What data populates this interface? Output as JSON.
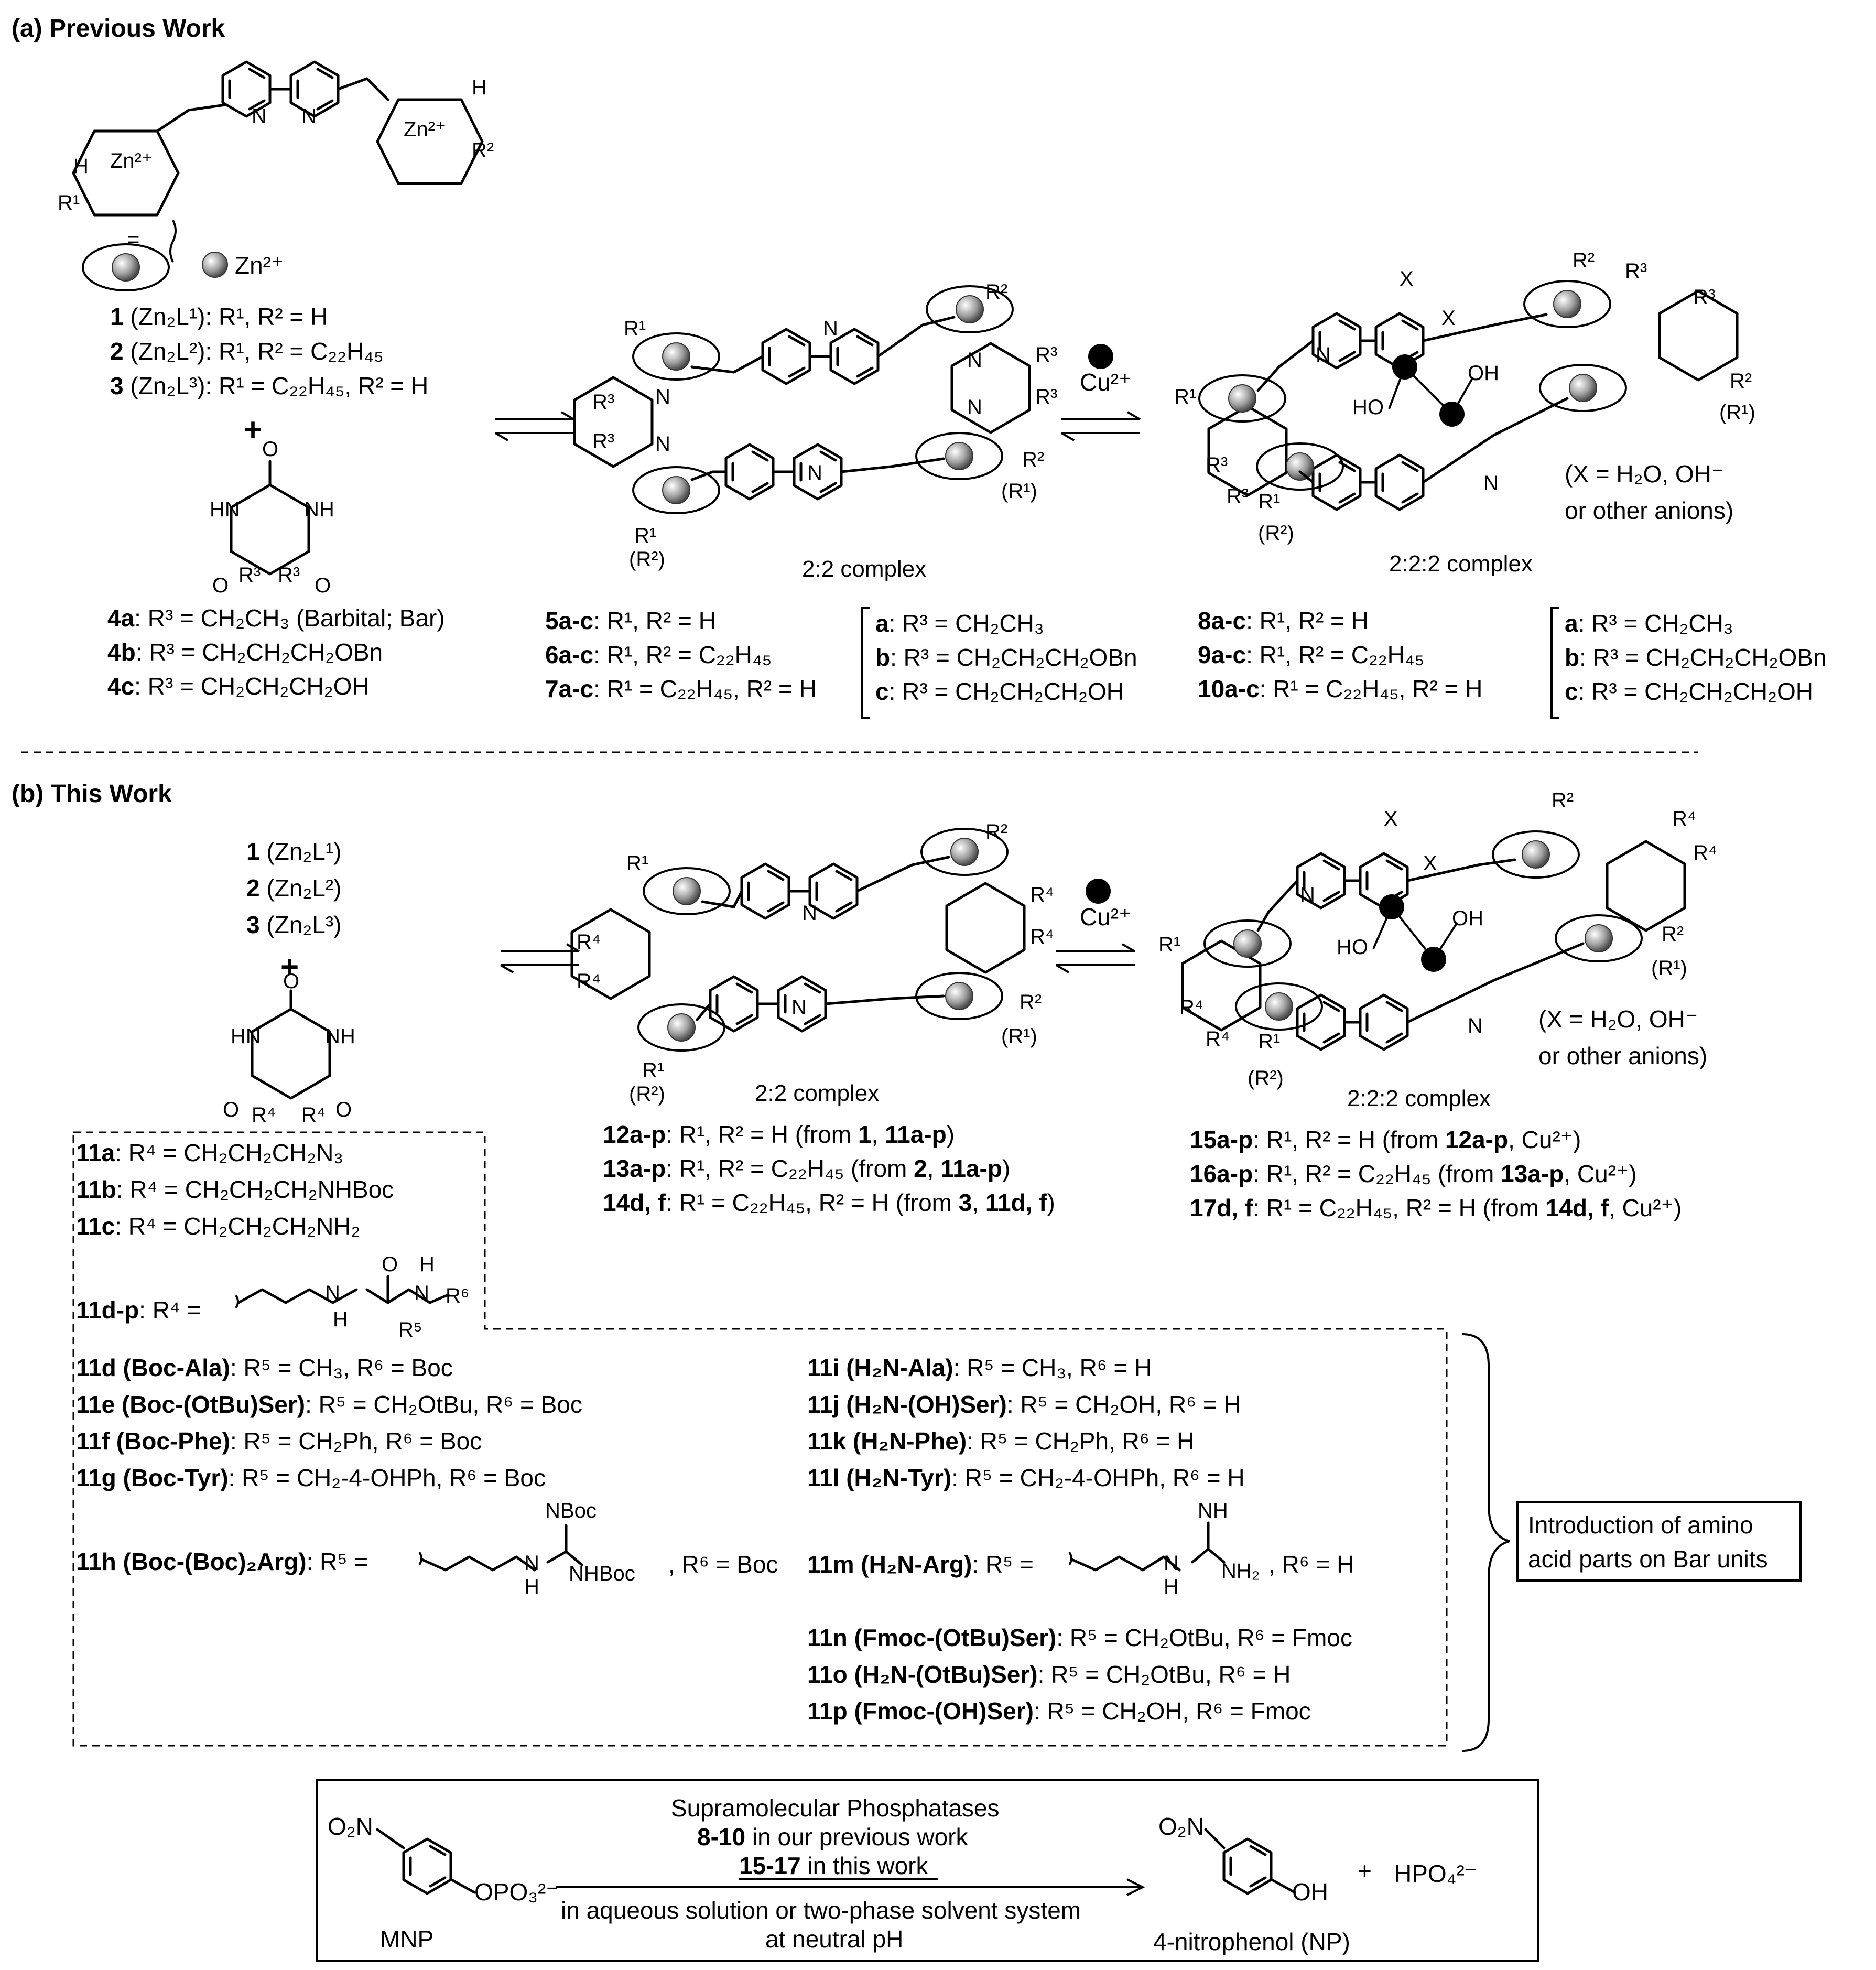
{
  "sections": {
    "a_title": "(a)  Previous Work",
    "b_title": "(b)  This Work"
  },
  "legend": {
    "zn_ion": "Zn²⁺",
    "cu_ion": "Cu²⁺",
    "equals": "="
  },
  "previous_work": {
    "zn_complexes": [
      {
        "id": "1",
        "rest": " (Zn₂L¹): R¹, R² = H"
      },
      {
        "id": "2",
        "rest": " (Zn₂L²): R¹, R² = C₂₂H₄₅"
      },
      {
        "id": "3",
        "rest": " (Zn₂L³): R¹ = C₂₂H₄₅, R² = H"
      }
    ],
    "plus": "+",
    "barbitals": [
      {
        "id": "4a",
        "rest": ": R³ = CH₂CH₃ (Barbital; Bar)"
      },
      {
        "id": "4b",
        "rest": ": R³ = CH₂CH₂CH₂OBn"
      },
      {
        "id": "4c",
        "rest": ": R³ = CH₂CH₂CH₂OH"
      }
    ],
    "complex_22": "2:2 complex",
    "complex_222": "2:2:2 complex",
    "x_note_1": "(X = H₂O, OH⁻",
    "x_note_2": "or other anions)",
    "series_22": [
      {
        "id": "5a-c",
        "rest": ": R¹, R² = H"
      },
      {
        "id": "6a-c",
        "rest": ": R¹, R² = C₂₂H₄₅"
      },
      {
        "id": "7a-c",
        "rest": ": R¹ = C₂₂H₄₅, R² = H"
      }
    ],
    "series_222": [
      {
        "id": "8a-c",
        "rest": ": R¹, R² = H"
      },
      {
        "id": "9a-c",
        "rest": ": R¹, R² = C₂₂H₄₅"
      },
      {
        "id": "10a-c",
        "rest": ": R¹ = C₂₂H₄₅, R² = H"
      }
    ],
    "r3_key": [
      {
        "id": "a",
        "rest": ": R³ = CH₂CH₃"
      },
      {
        "id": "b",
        "rest": ": R³ = CH₂CH₂CH₂OBn"
      },
      {
        "id": "c",
        "rest": ": R³ = CH₂CH₂CH₂OH"
      }
    ]
  },
  "this_work": {
    "zn_complexes": [
      {
        "id": "1",
        "rest": " (Zn₂L¹)"
      },
      {
        "id": "2",
        "rest": " (Zn₂L²)"
      },
      {
        "id": "3",
        "rest": " (Zn₂L³)"
      }
    ],
    "plus": "+",
    "complex_22": "2:2 complex",
    "complex_222": "2:2:2 complex",
    "x_note_1": "(X = H₂O, OH⁻",
    "x_note_2": "or other anions)",
    "series_22": [
      {
        "id": "12a-p",
        "rest": ": R¹, R² = H  (from ",
        "id2": "1",
        "sep": ", ",
        "id3": "11a-p",
        "end": ")"
      },
      {
        "id": "13a-p",
        "rest": ": R¹, R² = C₂₂H₄₅  (from ",
        "id2": "2",
        "sep": ", ",
        "id3": "11a-p",
        "end": ")"
      },
      {
        "id": "14d, f",
        "rest": ": R¹ = C₂₂H₄₅, R² = H  (from ",
        "id2": "3",
        "sep": ", ",
        "id3": "11d, f",
        "end": ")"
      }
    ],
    "series_222": [
      {
        "id": "15a-p",
        "rest": ": R¹, R² = H  (from ",
        "id2": "12a-p",
        "sep": ", Cu²⁺)",
        "id3": "",
        "end": ""
      },
      {
        "id": "16a-p",
        "rest": ": R¹, R² = C₂₂H₄₅  (from ",
        "id2": "13a-p",
        "sep": ", Cu²⁺)",
        "id3": "",
        "end": ""
      },
      {
        "id": "17d, f",
        "rest": ": R¹ = C₂₂H₄₅, R² = H  (from ",
        "id2": "14d, f",
        "sep": ", Cu²⁺)",
        "id3": "",
        "end": ""
      }
    ],
    "substituents": [
      {
        "id": "11a",
        "rest": ": R⁴ = CH₂CH₂CH₂N₃"
      },
      {
        "id": "11b",
        "rest": ": R⁴ = CH₂CH₂CH₂NHBoc"
      },
      {
        "id": "11c",
        "rest": ": R⁴ = CH₂CH₂CH₂NH₂"
      }
    ],
    "general": {
      "id": "11d-p",
      "rest": ": R⁴ = "
    },
    "amino_left": [
      {
        "id": "11d (Boc-Ala)",
        "rest": ": R⁵ = CH₃, R⁶ = Boc"
      },
      {
        "id": "11e (Boc-(OtBu)Ser)",
        "rest": ": R⁵ = CH₂OtBu, R⁶ = Boc"
      },
      {
        "id": "11f (Boc-Phe)",
        "rest": ": R⁵ = CH₂Ph, R⁶ = Boc"
      },
      {
        "id": "11g (Boc-Tyr)",
        "rest": ": R⁵ = CH₂-4-OHPh, R⁶ = Boc"
      }
    ],
    "arg_left": {
      "id": "11h (Boc-(Boc)₂Arg)",
      "rest": ": R⁵ = ",
      "tail": ", R⁶ = Boc"
    },
    "amino_right": [
      {
        "id": "11i (H₂N-Ala)",
        "rest": ": R⁵ = CH₃, R⁶ = H"
      },
      {
        "id": "11j (H₂N-(OH)Ser)",
        "rest": ": R⁵ = CH₂OH, R⁶ = H"
      },
      {
        "id": "11k (H₂N-Phe)",
        "rest": ": R⁵ = CH₂Ph, R⁶ = H"
      },
      {
        "id": "11l (H₂N-Tyr)",
        "rest": ": R⁵ = CH₂-4-OHPh, R⁶ = H"
      }
    ],
    "arg_right": {
      "id": "11m (H₂N-Arg)",
      "rest": ": R⁵ = ",
      "tail": ", R⁶ = H"
    },
    "amino_extra": [
      {
        "id": "11n (Fmoc-(OtBu)Ser)",
        "rest": ": R⁵ = CH₂OtBu, R⁶ = Fmoc"
      },
      {
        "id": "11o (H₂N-(OtBu)Ser)",
        "rest": ": R⁵ = CH₂OtBu, R⁶ = H"
      },
      {
        "id": "11p (Fmoc-(OH)Ser)",
        "rest": ": R⁵ = CH₂OH, R⁶ = Fmoc"
      }
    ],
    "intro_box": [
      "Introduction of amino",
      "acid parts on Bar units"
    ]
  },
  "reaction": {
    "line1": "Supramolecular Phosphatases",
    "line2": {
      "id": "8-10",
      "rest": " in our previous work"
    },
    "line3": {
      "id": "15-17",
      "rest": " in this work"
    },
    "line4": "in aqueous solution or two-phase solvent system",
    "line5": "at neutral pH",
    "substrate": "MNP",
    "product": "4-nitrophenol (NP)",
    "plus": "+",
    "phosphate": "HPO₄²⁻",
    "nitro": "O₂N",
    "opo3": "OPO₃²⁻",
    "oh": "OH"
  },
  "atoms": {
    "N": "N",
    "NH": "NH",
    "HN": "HN",
    "H": "H",
    "O": "O",
    "HO": "HO",
    "X": "X",
    "OH": "OH",
    "R1": "R¹",
    "R2": "R²",
    "R3": "R³",
    "R4": "R⁴",
    "R5": "R⁵",
    "R6": "R⁶",
    "pR1": "(R¹)",
    "pR2": "(R²)",
    "Zn": "Zn²⁺",
    "NBoc": "NBoc",
    "NHBoc": "NHBoc",
    "NH2": "NH₂"
  }
}
